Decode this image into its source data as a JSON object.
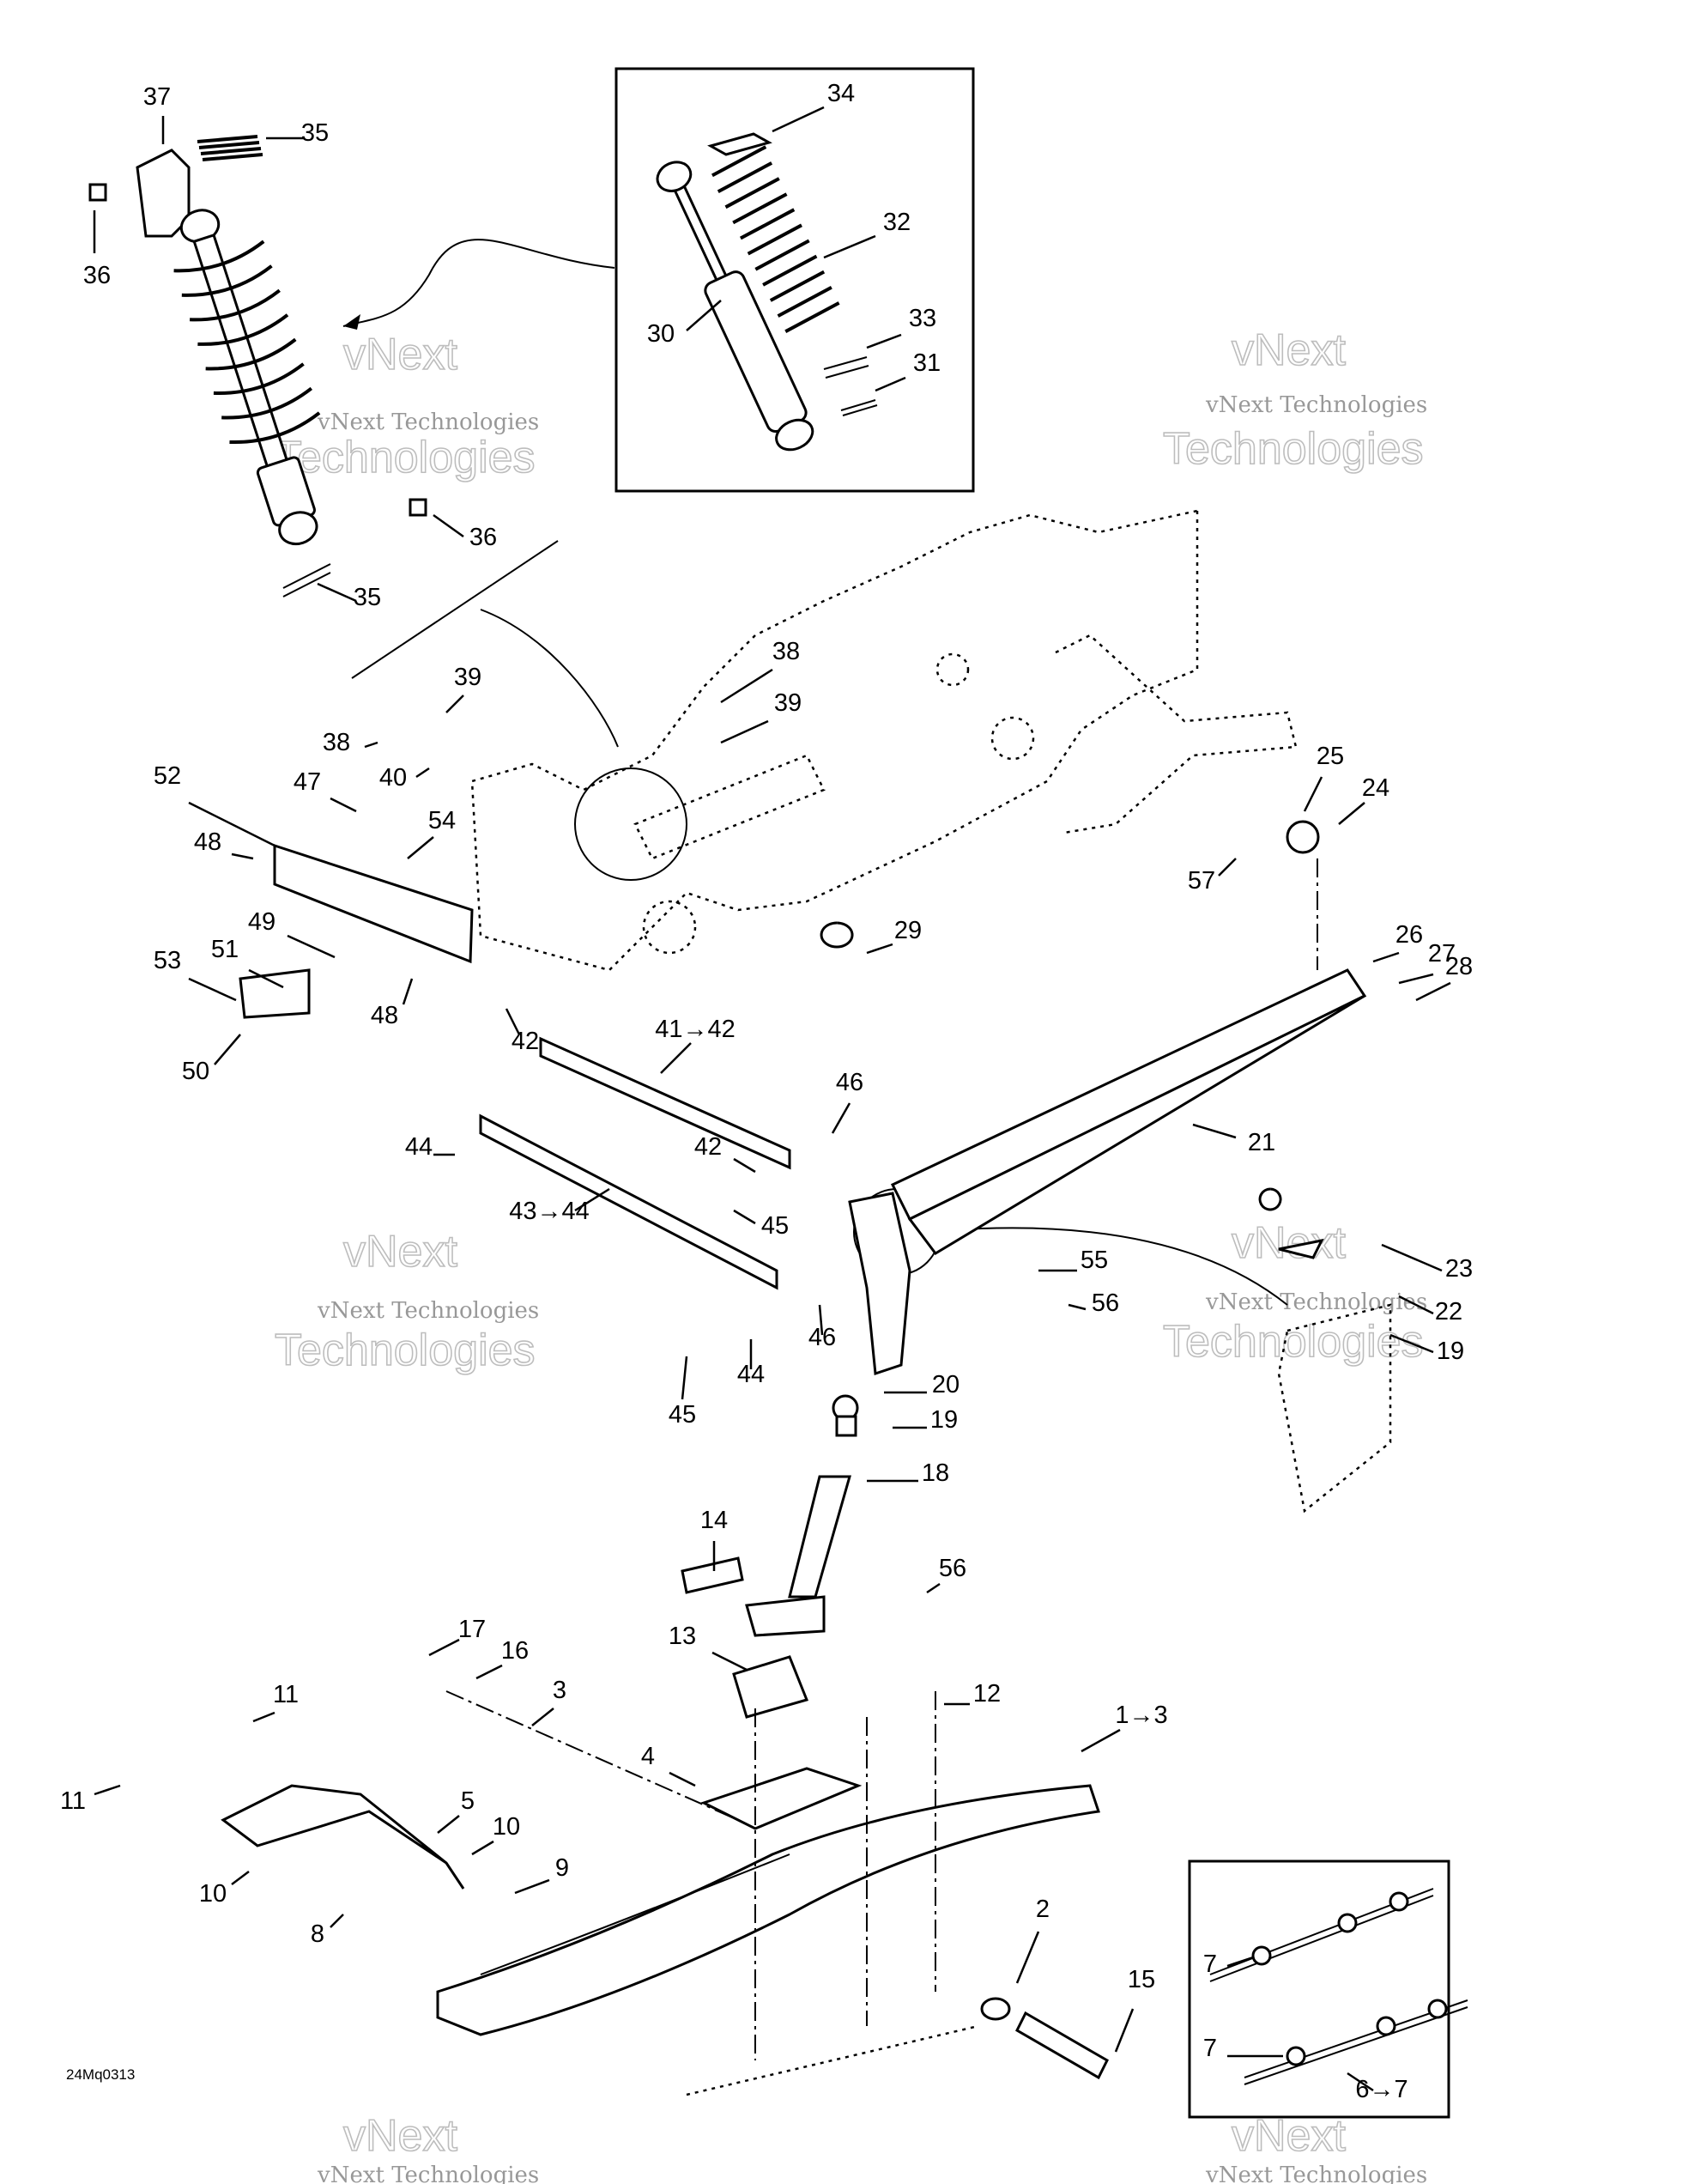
{
  "callouts": [
    {
      "label": "37"
    },
    {
      "label": "35"
    },
    {
      "label": "36"
    },
    {
      "label": "34"
    },
    {
      "label": "32"
    },
    {
      "label": "30"
    },
    {
      "label": "33"
    },
    {
      "label": "31"
    },
    {
      "label": "36"
    },
    {
      "label": "35"
    },
    {
      "label": "38"
    },
    {
      "label": "39"
    },
    {
      "label": "39"
    },
    {
      "label": "38"
    },
    {
      "label": "40"
    },
    {
      "label": "47"
    },
    {
      "label": "52"
    },
    {
      "label": "54"
    },
    {
      "label": "48"
    },
    {
      "label": "25"
    },
    {
      "label": "24"
    },
    {
      "label": "57"
    },
    {
      "label": "29"
    },
    {
      "label": "49"
    },
    {
      "label": "51"
    },
    {
      "label": "53"
    },
    {
      "label": "48"
    },
    {
      "label": "42"
    },
    {
      "label": "41→42"
    },
    {
      "label": "26"
    },
    {
      "label": "27"
    },
    {
      "label": "28"
    },
    {
      "label": "50"
    },
    {
      "label": "44"
    },
    {
      "label": "46"
    },
    {
      "label": "42"
    },
    {
      "label": "21"
    },
    {
      "label": "43→44"
    },
    {
      "label": "45"
    },
    {
      "label": "55"
    },
    {
      "label": "56"
    },
    {
      "label": "23"
    },
    {
      "label": "22"
    },
    {
      "label": "19"
    },
    {
      "label": "46"
    },
    {
      "label": "44"
    },
    {
      "label": "45"
    },
    {
      "label": "20"
    },
    {
      "label": "19"
    },
    {
      "label": "18"
    },
    {
      "label": "14"
    },
    {
      "label": "56"
    },
    {
      "label": "17"
    },
    {
      "label": "16"
    },
    {
      "label": "13"
    },
    {
      "label": "3"
    },
    {
      "label": "11"
    },
    {
      "label": "12"
    },
    {
      "label": "1→3"
    },
    {
      "label": "4"
    },
    {
      "label": "11"
    },
    {
      "label": "5"
    },
    {
      "label": "10"
    },
    {
      "label": "9"
    },
    {
      "label": "10"
    },
    {
      "label": "8"
    },
    {
      "label": "2"
    },
    {
      "label": "15"
    },
    {
      "label": "7"
    },
    {
      "label": "7"
    },
    {
      "label": "6→7"
    }
  ],
  "watermark": {
    "line1": "vNext Technologies",
    "line2": "vNext",
    "line3": "Technologies"
  },
  "figure_ref": "24Mq0313"
}
